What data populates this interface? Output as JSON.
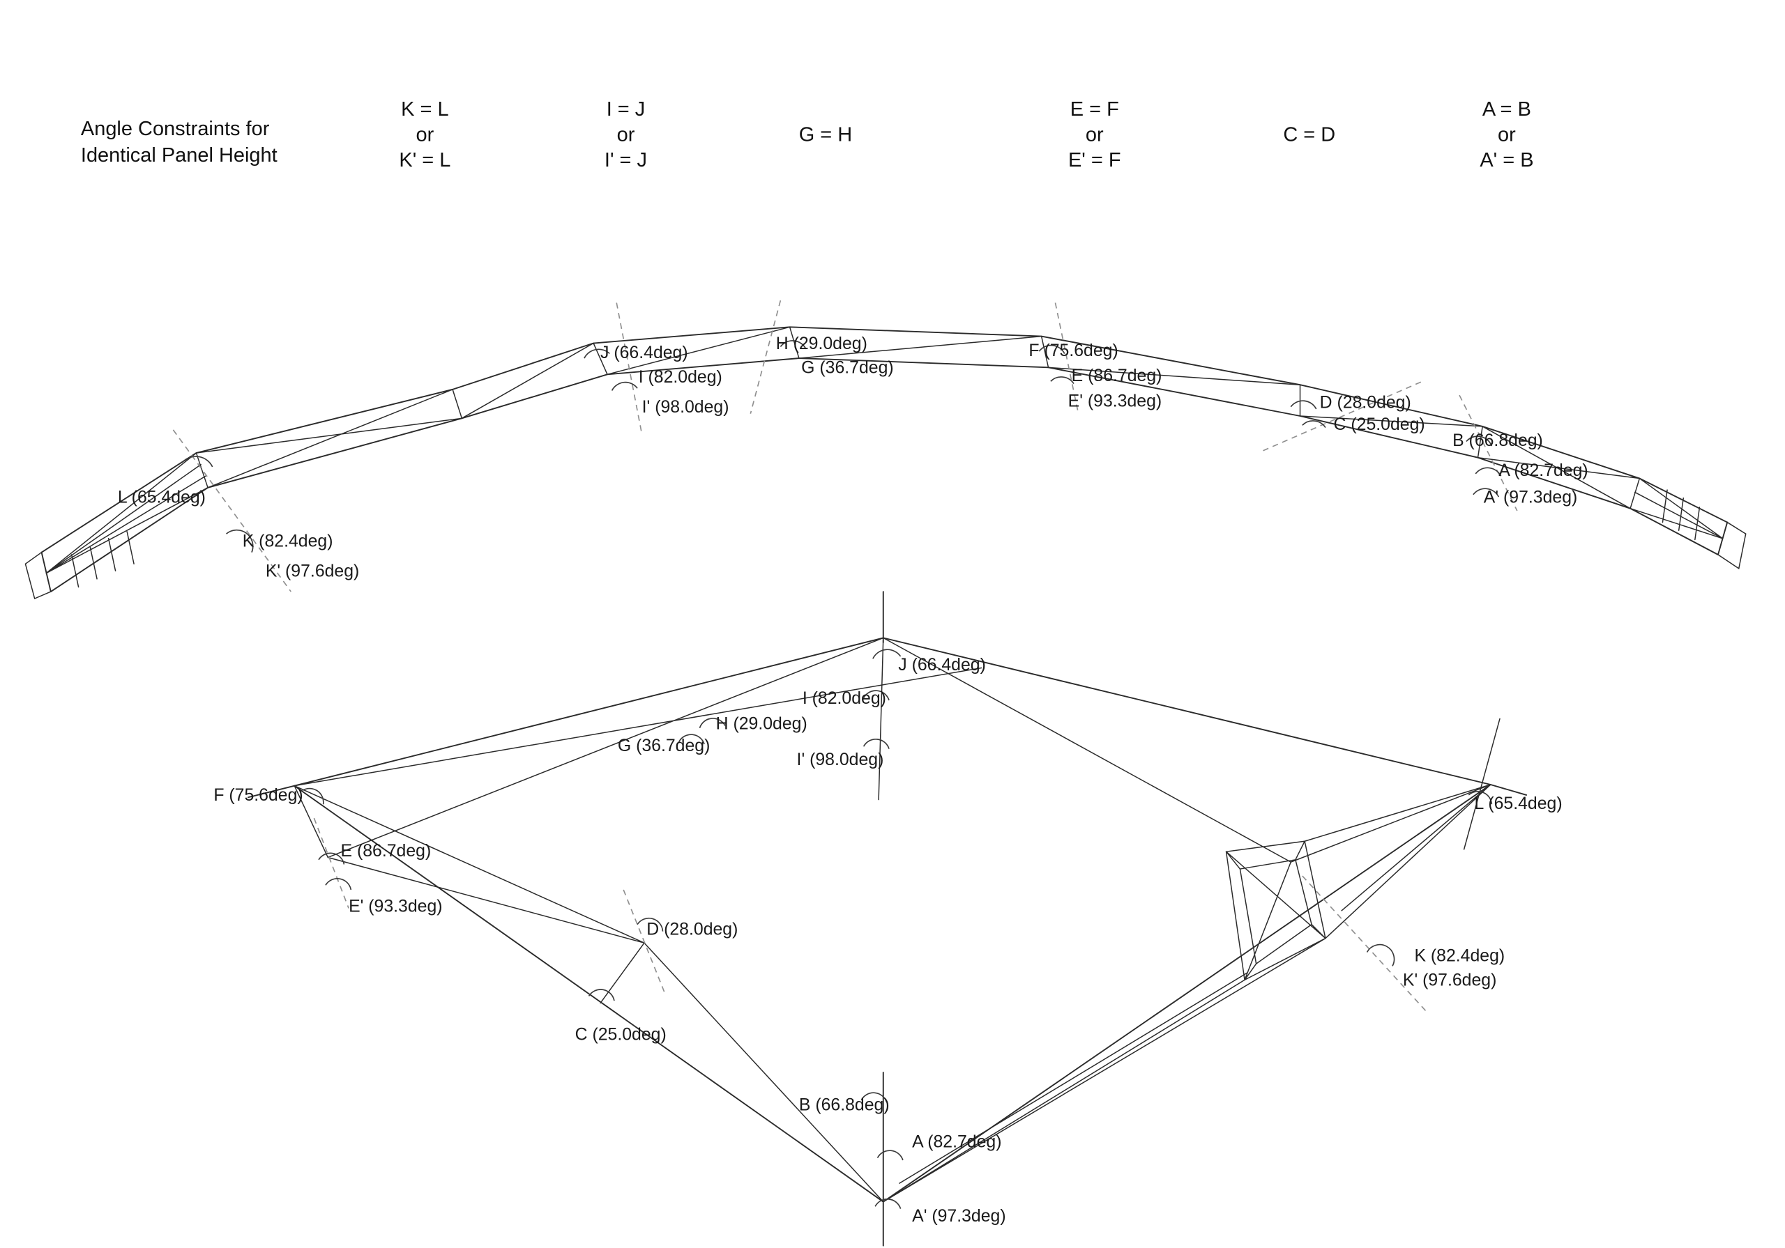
{
  "colors": {
    "background": "#ffffff",
    "line": "#2b2b2b",
    "construction_line": "#8f8f8f",
    "text": "#111111"
  },
  "header": {
    "title_line1": "Angle Constraints for",
    "title_line2": "Identical Panel Height",
    "constraints": [
      {
        "line1": "K = L",
        "line2": "or",
        "line3": "K' = L"
      },
      {
        "line1": "I = J",
        "line2": "or",
        "line3": "I' = J"
      },
      {
        "line1": "",
        "line2": "G = H",
        "line3": ""
      },
      {
        "line1": "E = F",
        "line2": "or",
        "line3": "E' = F"
      },
      {
        "line1": "",
        "line2": "C = D",
        "line3": ""
      },
      {
        "line1": "A = B",
        "line2": "or",
        "line3": "A' = B"
      }
    ]
  },
  "angles": {
    "A": "A (82.7deg)",
    "A2": "A' (97.3deg)",
    "B": "B (66.8deg)",
    "C": "C (25.0deg)",
    "D": "D (28.0deg)",
    "E": "E (86.7deg)",
    "E2": "E' (93.3deg)",
    "F": "F (75.6deg)",
    "G": "G (36.7deg)",
    "H": "H (29.0deg)",
    "I": "I (82.0deg)",
    "I2": "I' (98.0deg)",
    "J": "J (66.4deg)",
    "K": "K (82.4deg)",
    "K2": "K' (97.6deg)",
    "L": "L (65.4deg)"
  }
}
